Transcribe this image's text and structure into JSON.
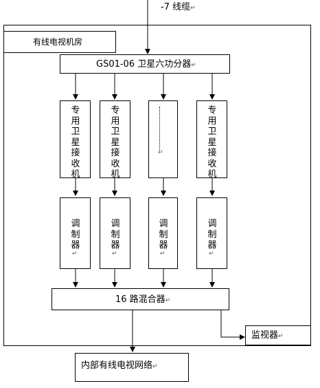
{
  "cable_label": "-7 线缆",
  "room_label": "有线电视机房",
  "splitter_label": "GS01-06  卫星六功分器",
  "receiver_label": "专用卫星接收机",
  "modulator_label": "调制器",
  "mixer_label": "16 路混合器",
  "monitor_label": "监视器",
  "network_label": "内部有线电视网络",
  "para_mark": "↵",
  "icons": {
    "arrow": "arrow-down-icon",
    "paragraph": "paragraph-mark-icon"
  }
}
